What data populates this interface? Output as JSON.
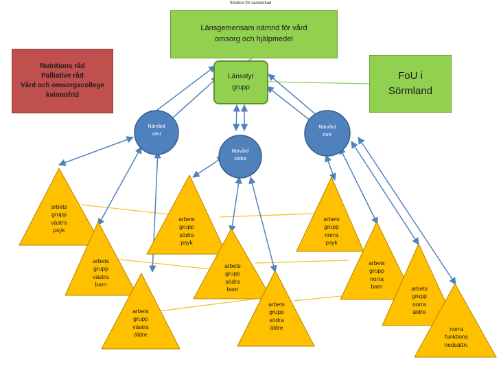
{
  "caption": "Struktur för samverkan",
  "main_box": "Länsgemensam nämnd för vård omsorg och hjälpmedel",
  "red_box": "Nutritions råd\nPalliative råd\nVård och omsorgscollege\nkvinnofrid",
  "steering": "Länsstyr\ngrupp",
  "fou": "FoU i\nSörmland",
  "circles": {
    "vast": "Närvård\nväst",
    "sodra": "Närvård\nsödra",
    "norr": "Närvård\nnorr"
  },
  "triangles": {
    "vastra_psyk": "arbets\ngrupp\nvästra\npsyk",
    "vastra_barn": "arbets\ngrupp\nvästra\nbarn",
    "vastra_aldre": "arbets\ngrupp\nvästra\näldre",
    "sodra_psyk": "arbets\ngrupp\nsödra\npsyk",
    "sodra_barn": "arbets\ngrupp\nsödra\nbarn",
    "sodra_aldre": "arbets\ngrupp\nsödra\näldre",
    "norra_psyk": "arbets\ngrupp\nnorra\npsyk",
    "norra_barn": "arbets\ngrupp\nnorra\nbarn",
    "norra_aldre": "arbets\ngrupp\nnorra\näldre",
    "norra_funk": "norra\nfunktions\nnedsättn."
  },
  "colors": {
    "green": "#92d050",
    "red": "#c0504d",
    "circle": "#4f81bd",
    "triangle": "#ffc000",
    "arrow": "#4f81bd",
    "link": "#f2c230"
  }
}
